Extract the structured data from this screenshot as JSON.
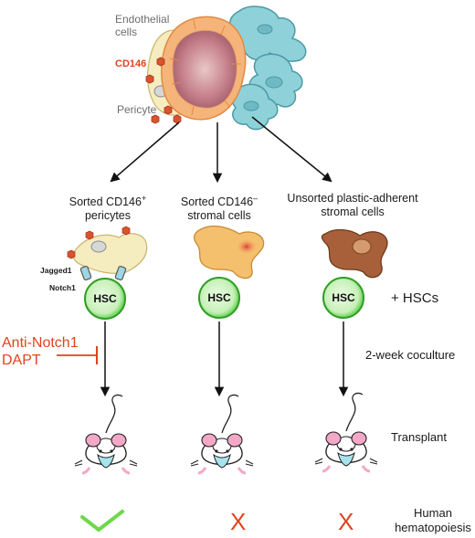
{
  "source": {
    "endothelial_label": "Endothelial cells",
    "marker_label": "CD146",
    "pericyte_label": "Pericyte"
  },
  "columns": [
    {
      "title_line1": "Sorted CD146",
      "title_sup": "+",
      "title_line2": "pericytes",
      "cell_label": "HSC",
      "outcome": "check"
    },
    {
      "title_line1": "Sorted CD146",
      "title_sup": "–",
      "title_line2": "stromal cells",
      "cell_label": "HSC",
      "outcome": "cross"
    },
    {
      "title_line1": "Unsorted plastic-adherent",
      "title_sup": "",
      "title_line2": "stromal cells",
      "cell_label": "HSC",
      "outcome": "cross"
    }
  ],
  "signaling": {
    "ligand": "Jagged1",
    "receptor": "Notch1"
  },
  "inhibitors": {
    "line1": "Anti-Notch1",
    "line2": "DAPT"
  },
  "stages": {
    "add": "+ HSCs",
    "culture": "2-week coculture",
    "transplant": "Transplant",
    "outcome": "Human hematopoiesis"
  },
  "outcome_symbols": {
    "cross": "X"
  },
  "colors": {
    "endothelial": "#f5b57a",
    "lumen": "#c17a82",
    "stroma_blue": "#8fd1d9",
    "marker": "#d9532f",
    "hsc_green": "#3ec52e",
    "check_green": "#6bd94a",
    "cross_red": "#e0431f",
    "cell_orange": "#f5c06e",
    "cell_brown": "#a8603a"
  }
}
